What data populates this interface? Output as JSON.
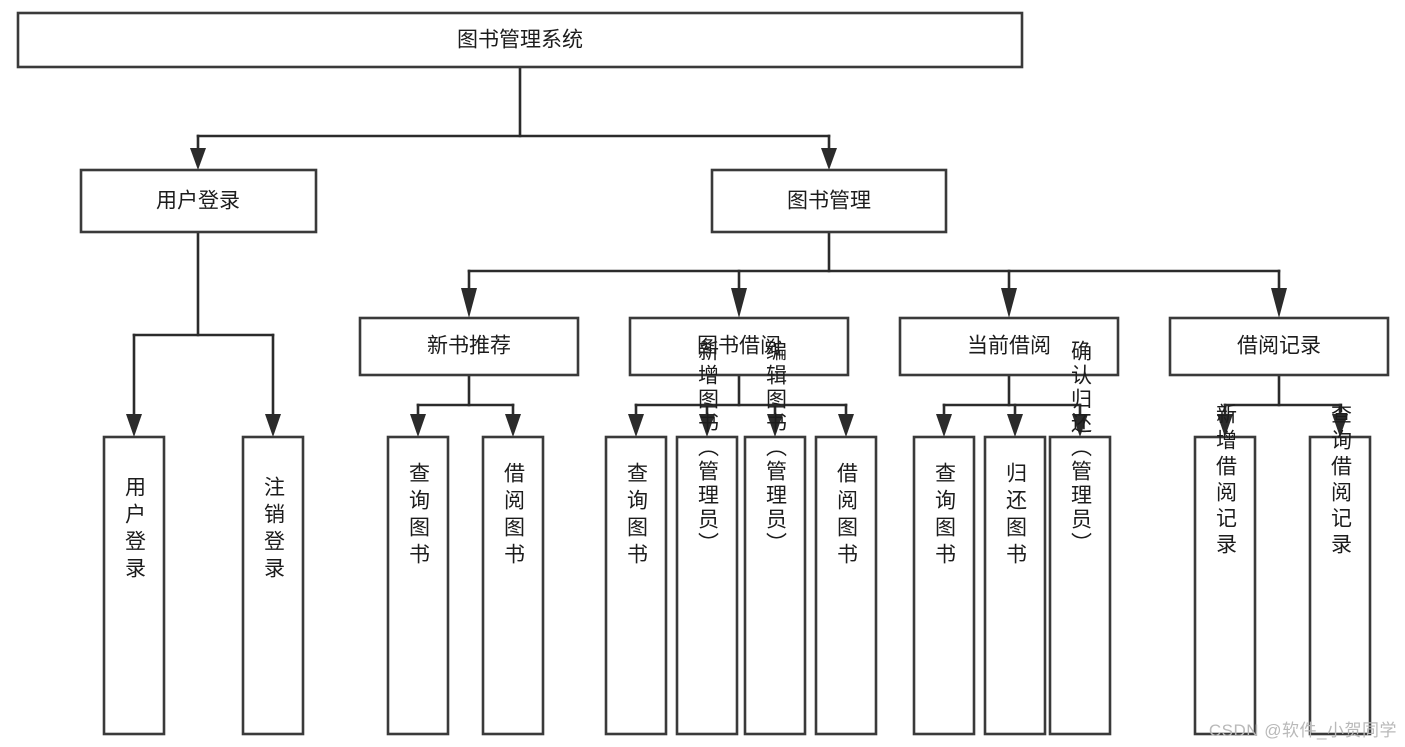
{
  "diagram": {
    "title": "图书管理系统",
    "type": "hierarchy-tree",
    "colors": {
      "box_stroke": "#3a3a3a",
      "box_fill": "#ffffff",
      "edge": "#2b2b2b",
      "text": "#1c1c1c",
      "background": "#ffffff",
      "watermark": "#b9b9b9"
    },
    "levels": {
      "root": {
        "label": "图书管理系统"
      },
      "level1": [
        {
          "label": "用户登录"
        },
        {
          "label": "图书管理"
        }
      ],
      "level2": [
        {
          "label": "新书推荐"
        },
        {
          "label": "图书借阅"
        },
        {
          "label": "当前借阅"
        },
        {
          "label": "借阅记录"
        }
      ],
      "leaves": {
        "user_login": [
          {
            "label": "用户登录"
          },
          {
            "label": "注销登录"
          }
        ],
        "new_book_recommend": [
          {
            "label": "查询图书"
          },
          {
            "label": "借阅图书"
          }
        ],
        "book_borrow": [
          {
            "label": "查询图书"
          },
          {
            "label": "新增图书（管理员）"
          },
          {
            "label": "编辑图书（管理员）"
          },
          {
            "label": "借阅图书"
          }
        ],
        "current_borrow": [
          {
            "label": "查询图书"
          },
          {
            "label": "归还图书"
          },
          {
            "label": "确认归还（管理员）"
          }
        ],
        "borrow_record": [
          {
            "label": "新增借阅记录"
          },
          {
            "label": "查询借阅记录"
          }
        ]
      }
    },
    "watermark": "CSDN @软件_小贺同学"
  }
}
